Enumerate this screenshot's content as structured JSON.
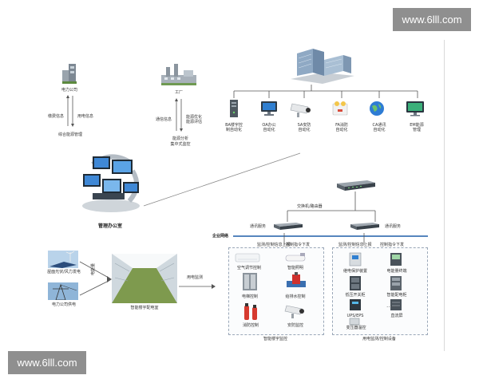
{
  "watermark": {
    "text": "www.6lll.com"
  },
  "top_left": {
    "power_label": "电力公司",
    "arrow_left": "缴费信息",
    "arrow_right": "用电信息",
    "bottom_label": "综合能源管理"
  },
  "top_mid": {
    "factory_label": "工厂",
    "arrow_left": "通信信息",
    "arrow_right_1": "能源优化",
    "arrow_right_2": "能源评估",
    "bottom_label_1": "能源分析",
    "bottom_label_2": "集中式监控"
  },
  "subsystems": [
    {
      "code": "BA楼宇控",
      "sub": "制自动化",
      "icon": "server-tower-icon"
    },
    {
      "code": "OA办公",
      "sub": "自动化",
      "icon": "monitor-icon"
    },
    {
      "code": "SA安防",
      "sub": "自动化",
      "icon": "cctv-camera-icon"
    },
    {
      "code": "FA消防",
      "sub": "自动化",
      "icon": "emergency-light-icon"
    },
    {
      "code": "CA通讯",
      "sub": "自动化",
      "icon": "globe-icon"
    },
    {
      "code": "EM能源",
      "sub": "管理",
      "icon": "screen-icon"
    }
  ],
  "switch_label": "交换机/路由器",
  "left_server_label": "通讯服务",
  "right_server_label": "通讯服务",
  "office_label": "管理办公室",
  "bus_label": "企业网络",
  "left_group": {
    "up_label": "监测/控制信息上报",
    "down_label": "控制指令下发",
    "items": [
      {
        "label": "空气调节控制",
        "icon": "air-conditioner-icon"
      },
      {
        "label": "智能照明",
        "icon": "lamp-icon"
      },
      {
        "label": "电梯控制",
        "icon": "elevator-icon"
      },
      {
        "label": "给排水控制",
        "icon": "valve-icon"
      },
      {
        "label": "消防控制",
        "icon": "extinguisher-icon"
      },
      {
        "label": "安防监控",
        "icon": "camera-icon"
      }
    ],
    "caption": "智能楼宇监控"
  },
  "right_group": {
    "up_label": "监测/控制信息上报",
    "down_label": "控制指令下发",
    "items": [
      {
        "label": "继电保护装置",
        "icon": "relay-icon"
      },
      {
        "label": "电能量终端",
        "icon": "meter-icon"
      },
      {
        "label": "低压开关柜",
        "icon": "cabinet-icon"
      },
      {
        "label": "智能配电柜",
        "icon": "panel-icon"
      },
      {
        "label": "UPS/EPS",
        "icon": "ups-icon"
      },
      {
        "label": "直流屏",
        "icon": "rack-icon"
      },
      {
        "label": "变压器温控",
        "icon": "controller-icon"
      }
    ],
    "ellipsis": "……",
    "caption": "用电监测/控制设备"
  },
  "bottom_left": {
    "solar_label": "屋面光伏/风力发电",
    "grid_label": "电力公司供电",
    "arrow_label": "电能量",
    "room_label": "智能楼宇配电室",
    "monitor_label": "用电监测"
  }
}
